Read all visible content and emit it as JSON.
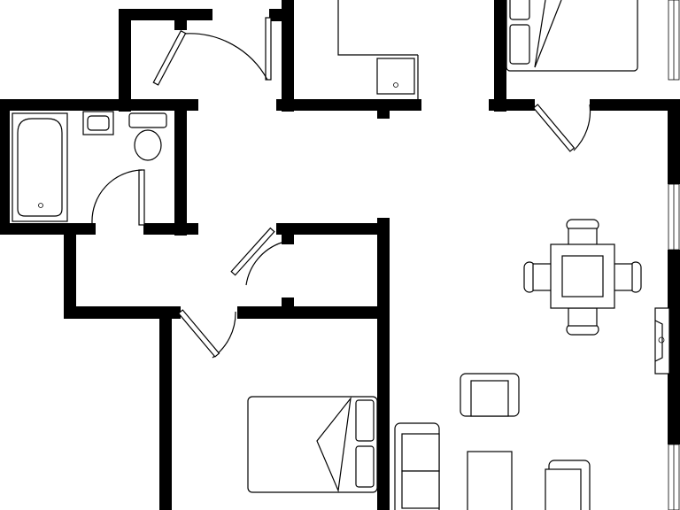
{
  "plan": {
    "background": "#ffffff",
    "wall_color": "#000000",
    "line_color": "#000000",
    "rooms": [
      "bathroom",
      "kitchen",
      "upper-bedroom",
      "lower-bedroom",
      "hall",
      "living-dining"
    ],
    "doors": [
      "bathroom-door",
      "entry-door",
      "closet-door",
      "upper-bedroom-door",
      "lower-bedroom-door"
    ],
    "fixtures": [
      "bathtub",
      "toilet",
      "bathroom-sink",
      "kitchen-sink",
      "double-bed",
      "dining-table",
      "dining-chair",
      "armchair",
      "sofa",
      "coffee-table",
      "fireplace"
    ]
  }
}
